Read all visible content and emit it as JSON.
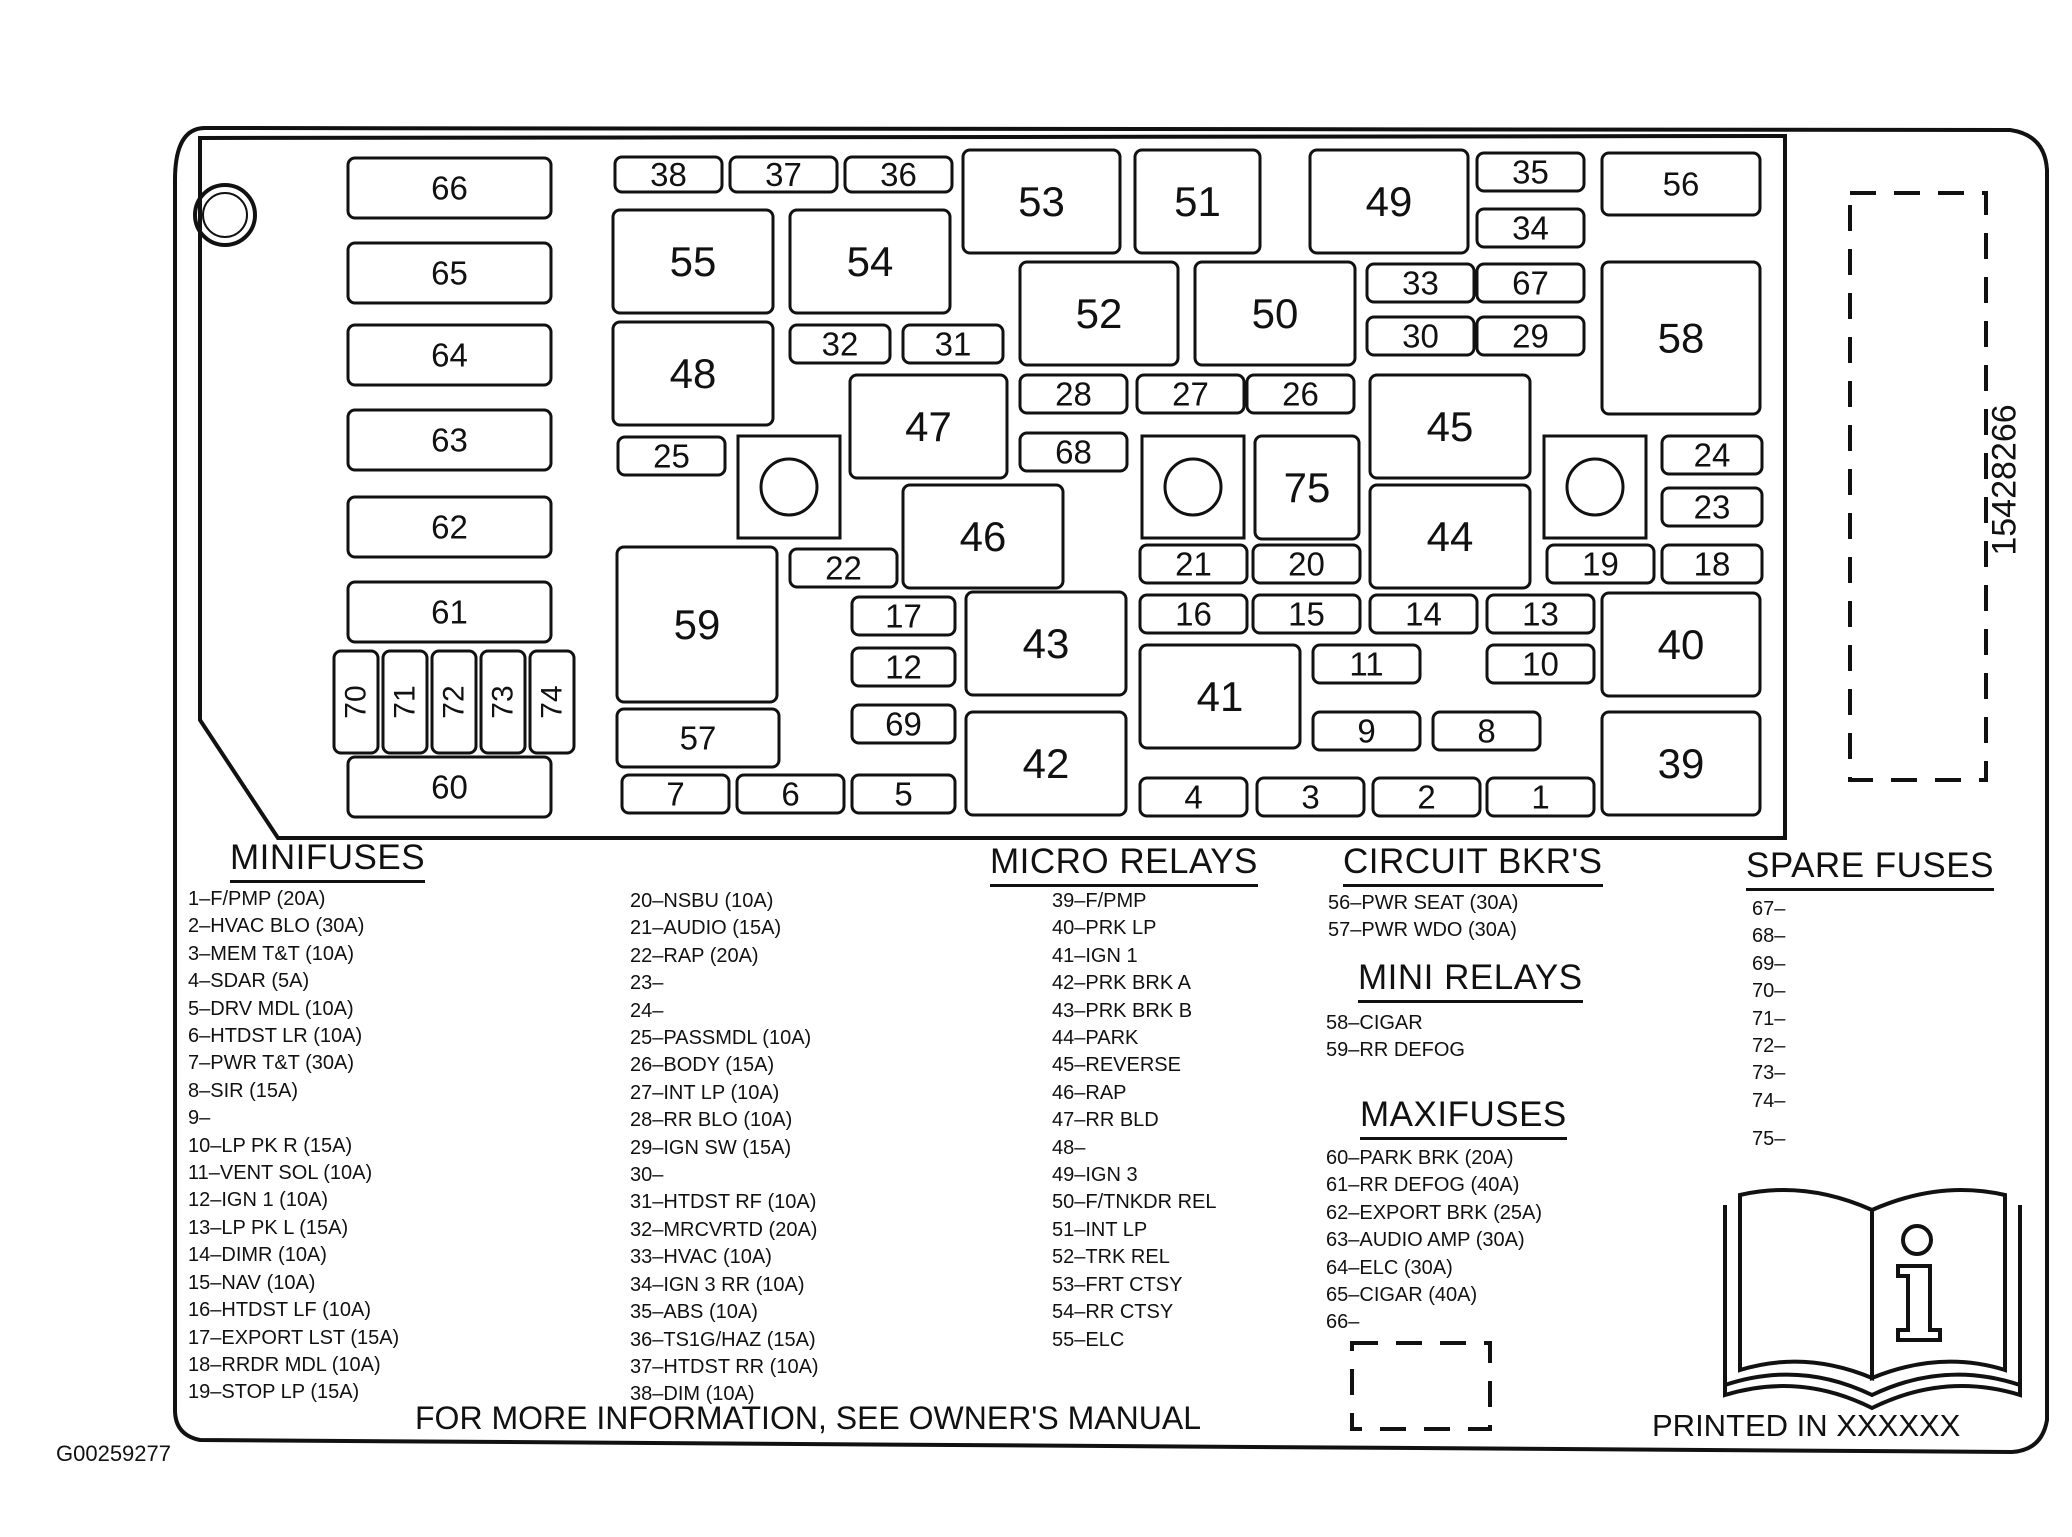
{
  "slots": [
    {
      "id": "38"
    },
    {
      "id": "37"
    },
    {
      "id": "36"
    },
    {
      "id": "53"
    },
    {
      "id": "51"
    },
    {
      "id": "49"
    },
    {
      "id": "35"
    },
    {
      "id": "56"
    },
    {
      "id": "66"
    },
    {
      "id": "65"
    },
    {
      "id": "64"
    },
    {
      "id": "63"
    },
    {
      "id": "62"
    },
    {
      "id": "61"
    },
    {
      "id": "60"
    },
    {
      "id": "70"
    },
    {
      "id": "71"
    },
    {
      "id": "72"
    },
    {
      "id": "73"
    },
    {
      "id": "74"
    },
    {
      "id": "55"
    },
    {
      "id": "54"
    },
    {
      "id": "34"
    },
    {
      "id": "52"
    },
    {
      "id": "50"
    },
    {
      "id": "33"
    },
    {
      "id": "67"
    },
    {
      "id": "58"
    },
    {
      "id": "32"
    },
    {
      "id": "31"
    },
    {
      "id": "30"
    },
    {
      "id": "29"
    },
    {
      "id": "48"
    },
    {
      "id": "28"
    },
    {
      "id": "27"
    },
    {
      "id": "26"
    },
    {
      "id": "47"
    },
    {
      "id": "45"
    },
    {
      "id": "25"
    },
    {
      "id": "68"
    },
    {
      "id": "75"
    },
    {
      "id": "24"
    },
    {
      "id": "23"
    },
    {
      "id": "46"
    },
    {
      "id": "44"
    },
    {
      "id": "22"
    },
    {
      "id": "21"
    },
    {
      "id": "20"
    },
    {
      "id": "19"
    },
    {
      "id": "18"
    },
    {
      "id": "59"
    },
    {
      "id": "17"
    },
    {
      "id": "43"
    },
    {
      "id": "16"
    },
    {
      "id": "15"
    },
    {
      "id": "14"
    },
    {
      "id": "13"
    },
    {
      "id": "40"
    },
    {
      "id": "12"
    },
    {
      "id": "41"
    },
    {
      "id": "11"
    },
    {
      "id": "10"
    },
    {
      "id": "57"
    },
    {
      "id": "69"
    },
    {
      "id": "42"
    },
    {
      "id": "9"
    },
    {
      "id": "8"
    },
    {
      "id": "39"
    },
    {
      "id": "7"
    },
    {
      "id": "6"
    },
    {
      "id": "5"
    },
    {
      "id": "4"
    },
    {
      "id": "3"
    },
    {
      "id": "2"
    },
    {
      "id": "1"
    }
  ],
  "part_number": "15428266",
  "legend": {
    "minifuses": {
      "heading": "MINIFUSES",
      "col1": [
        "1–F/PMP (20A)",
        "2–HVAC BLO (30A)",
        "3–MEM T&T (10A)",
        "4–SDAR (5A)",
        "5–DRV MDL (10A)",
        "6–HTDST LR (10A)",
        "7–PWR T&T (30A)",
        "8–SIR (15A)",
        "9–",
        "10–LP PK R (15A)",
        "11–VENT SOL (10A)",
        "12–IGN 1 (10A)",
        "13–LP PK L (15A)",
        "14–DIMR (10A)",
        "15–NAV (10A)",
        "16–HTDST LF (10A)",
        "17–EXPORT LST (15A)",
        "18–RRDR MDL (10A)",
        "19–STOP LP (15A)"
      ],
      "col2": [
        "20–NSBU (10A)",
        "21–AUDIO (15A)",
        "22–RAP (20A)",
        "23–",
        "24–",
        "25–PASSMDL (10A)",
        "26–BODY (15A)",
        "27–INT LP (10A)",
        "28–RR BLO (10A)",
        "29–IGN SW (15A)",
        "30–",
        "31–HTDST RF (10A)",
        "32–MRCVRTD (20A)",
        "33–HVAC (10A)",
        "34–IGN 3 RR (10A)",
        "35–ABS (10A)",
        "36–TS1G/HAZ (15A)",
        "37–HTDST RR (10A)",
        "38–DIM (10A)"
      ]
    },
    "micro_relays": {
      "heading": "MICRO RELAYS",
      "items": [
        "39–F/PMP",
        "40–PRK LP",
        "41–IGN 1",
        "42–PRK BRK A",
        "43–PRK BRK B",
        "44–PARK",
        "45–REVERSE",
        "46–RAP",
        "47–RR BLD",
        "48–",
        "49–IGN 3",
        "50–F/TNKDR REL",
        "51–INT LP",
        "52–TRK REL",
        "53–FRT CTSY",
        "54–RR CTSY",
        "55–ELC"
      ]
    },
    "circuit_bkrs": {
      "heading": "CIRCUIT BKR'S",
      "items": [
        "56–PWR SEAT (30A)",
        "57–PWR WDO (30A)"
      ]
    },
    "mini_relays": {
      "heading": "MINI RELAYS",
      "items": [
        "58–CIGAR",
        "59–RR DEFOG"
      ]
    },
    "maxifuses": {
      "heading": "MAXIFUSES",
      "items": [
        "60–PARK BRK (20A)",
        "61–RR DEFOG (40A)",
        "62–EXPORT BRK (25A)",
        "63–AUDIO AMP (30A)",
        "64–ELC (30A)",
        "65–CIGAR (40A)",
        "66–"
      ]
    },
    "spare_fuses": {
      "heading": "SPARE FUSES",
      "items": [
        "67–",
        "68–",
        "69–",
        "70–",
        "71–",
        "72–",
        "73–",
        "74–"
      ],
      "last": "75–"
    }
  },
  "footer_note": "FOR MORE INFORMATION, SEE OWNER'S MANUAL",
  "printed_in": "PRINTED IN XXXXXX",
  "figure_id": "G00259277",
  "icons": [
    "owners-manual-book-icon",
    "info-icon",
    "mounting-hole-icon",
    "relay-post-icon"
  ]
}
